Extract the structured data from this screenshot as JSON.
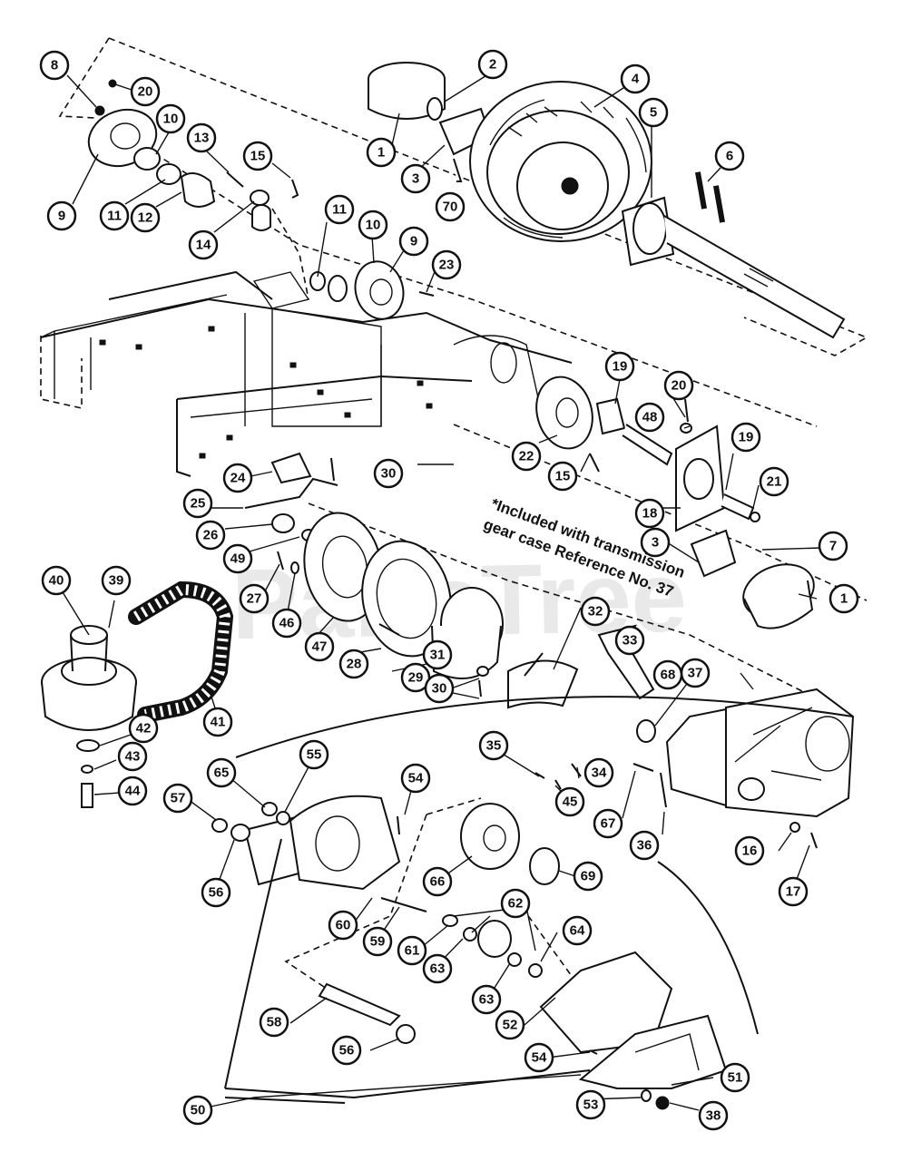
{
  "note": {
    "line1": "*Included with transmission",
    "line2": "gear case Reference No. 37"
  },
  "watermark": "PartsTree",
  "callouts": [
    {
      "id": "1a",
      "label": "1"
    },
    {
      "id": "1b",
      "label": "1"
    },
    {
      "id": "2",
      "label": "2"
    },
    {
      "id": "3a",
      "label": "3"
    },
    {
      "id": "3b",
      "label": "3"
    },
    {
      "id": "4",
      "label": "4"
    },
    {
      "id": "5",
      "label": "5"
    },
    {
      "id": "6",
      "label": "6"
    },
    {
      "id": "7",
      "label": "7"
    },
    {
      "id": "8",
      "label": "8"
    },
    {
      "id": "9a",
      "label": "9"
    },
    {
      "id": "9b",
      "label": "9"
    },
    {
      "id": "10a",
      "label": "10"
    },
    {
      "id": "10b",
      "label": "10"
    },
    {
      "id": "11a",
      "label": "11"
    },
    {
      "id": "11b",
      "label": "11"
    },
    {
      "id": "12",
      "label": "12"
    },
    {
      "id": "13",
      "label": "13"
    },
    {
      "id": "14",
      "label": "14"
    },
    {
      "id": "15a",
      "label": "15"
    },
    {
      "id": "15b",
      "label": "15"
    },
    {
      "id": "16",
      "label": "16"
    },
    {
      "id": "17",
      "label": "17"
    },
    {
      "id": "18",
      "label": "18"
    },
    {
      "id": "19a",
      "label": "19"
    },
    {
      "id": "19b",
      "label": "19"
    },
    {
      "id": "20a",
      "label": "20"
    },
    {
      "id": "20b",
      "label": "20"
    },
    {
      "id": "21",
      "label": "21"
    },
    {
      "id": "22",
      "label": "22"
    },
    {
      "id": "23",
      "label": "23"
    },
    {
      "id": "24",
      "label": "24"
    },
    {
      "id": "25",
      "label": "25"
    },
    {
      "id": "26",
      "label": "26"
    },
    {
      "id": "27",
      "label": "27"
    },
    {
      "id": "28",
      "label": "28"
    },
    {
      "id": "29",
      "label": "29"
    },
    {
      "id": "30a",
      "label": "30"
    },
    {
      "id": "30b",
      "label": "30"
    },
    {
      "id": "31",
      "label": "31"
    },
    {
      "id": "32",
      "label": "32"
    },
    {
      "id": "33",
      "label": "33"
    },
    {
      "id": "34",
      "label": "34"
    },
    {
      "id": "35",
      "label": "35"
    },
    {
      "id": "36",
      "label": "36"
    },
    {
      "id": "37",
      "label": "37"
    },
    {
      "id": "38",
      "label": "38"
    },
    {
      "id": "39",
      "label": "39"
    },
    {
      "id": "40",
      "label": "40"
    },
    {
      "id": "41",
      "label": "41"
    },
    {
      "id": "42",
      "label": "42"
    },
    {
      "id": "43",
      "label": "43"
    },
    {
      "id": "44",
      "label": "44"
    },
    {
      "id": "45",
      "label": "45"
    },
    {
      "id": "46",
      "label": "46"
    },
    {
      "id": "47",
      "label": "47"
    },
    {
      "id": "48",
      "label": "48"
    },
    {
      "id": "49",
      "label": "49"
    },
    {
      "id": "50",
      "label": "50"
    },
    {
      "id": "51",
      "label": "51"
    },
    {
      "id": "52",
      "label": "52"
    },
    {
      "id": "53",
      "label": "53"
    },
    {
      "id": "54a",
      "label": "54"
    },
    {
      "id": "54b",
      "label": "54"
    },
    {
      "id": "55",
      "label": "55"
    },
    {
      "id": "56a",
      "label": "56"
    },
    {
      "id": "56b",
      "label": "56"
    },
    {
      "id": "57",
      "label": "57"
    },
    {
      "id": "58",
      "label": "58"
    },
    {
      "id": "59",
      "label": "59"
    },
    {
      "id": "60",
      "label": "60"
    },
    {
      "id": "61",
      "label": "61"
    },
    {
      "id": "62",
      "label": "62"
    },
    {
      "id": "63a",
      "label": "63"
    },
    {
      "id": "63b",
      "label": "63"
    },
    {
      "id": "64",
      "label": "64"
    },
    {
      "id": "65",
      "label": "65"
    },
    {
      "id": "66",
      "label": "66"
    },
    {
      "id": "67",
      "label": "67"
    },
    {
      "id": "68",
      "label": "68"
    },
    {
      "id": "69",
      "label": "69"
    },
    {
      "id": "70",
      "label": "70"
    }
  ]
}
